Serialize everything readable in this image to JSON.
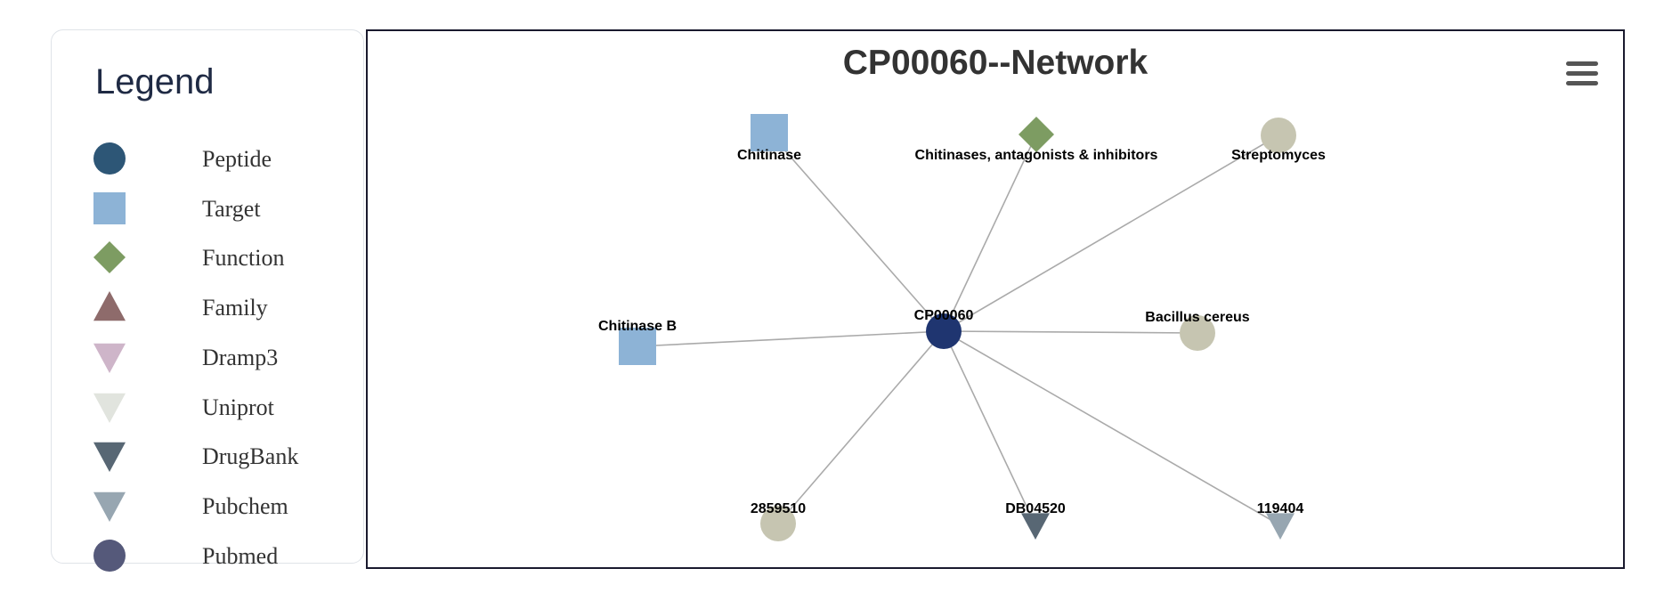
{
  "legend": {
    "title": "Legend",
    "items": [
      {
        "label": "Peptide",
        "icon": "circle-icon",
        "color": "#2d5676"
      },
      {
        "label": "Target",
        "icon": "square-icon",
        "color": "#8db3d6"
      },
      {
        "label": "Function",
        "icon": "diamond-icon",
        "color": "#7d9c62"
      },
      {
        "label": "Family",
        "icon": "triangle-up-icon",
        "color": "#8e6b6b"
      },
      {
        "label": "Dramp3",
        "icon": "triangle-down-icon",
        "color": "#ceb5c9"
      },
      {
        "label": "Uniprot",
        "icon": "triangle-down-icon",
        "color": "#e1e4de"
      },
      {
        "label": "DrugBank",
        "icon": "triangle-down-icon",
        "color": "#586774"
      },
      {
        "label": "Pubchem",
        "icon": "triangle-down-icon",
        "color": "#97a6b1"
      },
      {
        "label": "Pubmed",
        "icon": "circle-icon",
        "color": "#55597a"
      }
    ]
  },
  "network": {
    "title": "CP00060--Network",
    "menu_icon": "hamburger-menu-icon",
    "edge_color": "#aaaaaa",
    "nodes": [
      {
        "id": "center",
        "label": "CP00060",
        "shape": "circle",
        "color": "#1f3570"
      },
      {
        "id": "chitinase",
        "label": "Chitinase",
        "shape": "square",
        "color": "#8db3d6"
      },
      {
        "id": "function",
        "label": "Chitinases, antagonists & inhibitors",
        "shape": "diamond",
        "color": "#7d9c62"
      },
      {
        "id": "strepto",
        "label": "Streptomyces",
        "shape": "circle",
        "color": "#c6c5b1"
      },
      {
        "id": "chitB",
        "label": "Chitinase B",
        "shape": "square",
        "color": "#8db3d6"
      },
      {
        "id": "bacillus",
        "label": "Bacillus cereus",
        "shape": "circle",
        "color": "#c6c5b1"
      },
      {
        "id": "pm2859510",
        "label": "2859510",
        "shape": "circle",
        "color": "#c6c5b1"
      },
      {
        "id": "db04520",
        "label": "DB04520",
        "shape": "triangle-down",
        "color": "#586774"
      },
      {
        "id": "pc119404",
        "label": "119404",
        "shape": "triangle-down",
        "color": "#97a6b1"
      }
    ],
    "edges": [
      [
        "center",
        "chitinase"
      ],
      [
        "center",
        "function"
      ],
      [
        "center",
        "strepto"
      ],
      [
        "center",
        "chitB"
      ],
      [
        "center",
        "bacillus"
      ],
      [
        "center",
        "pm2859510"
      ],
      [
        "center",
        "db04520"
      ],
      [
        "center",
        "pc119404"
      ]
    ]
  }
}
